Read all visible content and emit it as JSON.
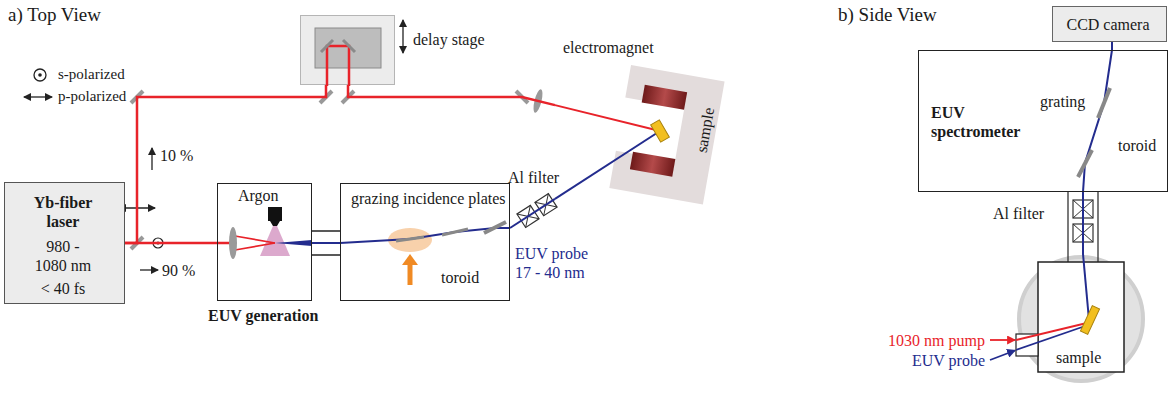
{
  "diagram": {
    "nodes": [
      {
        "text": [
          "Yb-fiber laser",
          "980 - 1080 nm",
          "< 40 fs"
        ]
      },
      {
        "text": [
          "Argon",
          "EUV generation"
        ]
      },
      {
        "text": [
          "grazing incidence plates",
          "toroid"
        ]
      },
      {
        "text": [
          "delay stage"
        ]
      },
      {
        "text": [
          "electromagnet"
        ]
      },
      {
        "text": [
          "CCD camera"
        ]
      },
      {
        "text": [
          "EUV spectrometer"
        ]
      },
      {
        "text": [
          "sample"
        ]
      }
    ],
    "edges": [
      {
        "from": 0,
        "to": 1,
        "arrow": "none"
      },
      {
        "from": 1,
        "to": 2,
        "arrow": "none"
      },
      {
        "from": 0,
        "to": 3,
        "arrow": "none"
      },
      {
        "from": 3,
        "to": 4,
        "arrow": "none"
      },
      {
        "from": 2,
        "to": 4,
        "arrow": "none"
      },
      {
        "from": 7,
        "to": 6,
        "arrow": "none"
      },
      {
        "from": 6,
        "to": 5,
        "arrow": "none"
      }
    ],
    "labels": [
      "a) Top View",
      "b) Side View",
      "10 %",
      "90 %",
      "Al filter",
      "EUV probe 17 - 40 nm",
      "sample",
      "1030 nm pump",
      "EUV probe",
      "Al filter",
      "grating",
      "toroid"
    ],
    "legend": [
      {
        "text": "s-polarized"
      },
      {
        "text": "p-polarized"
      }
    ]
  }
}
